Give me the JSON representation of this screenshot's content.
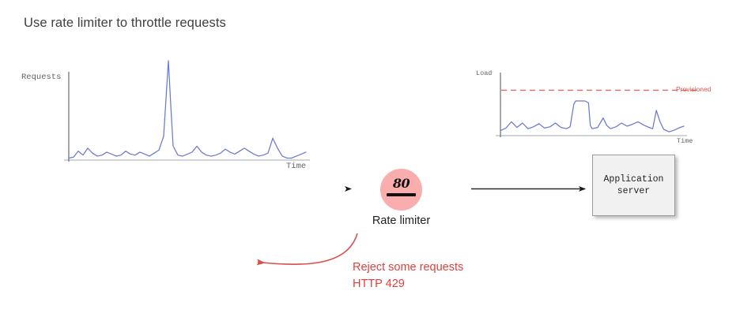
{
  "slide": {
    "title": "Use rate limiter to throttle requests",
    "background_color": "#ffffff"
  },
  "colors": {
    "title_text": "#3c4043",
    "chart_line": "#6a7ad1",
    "axis": "#5f6368",
    "provisioned_line": "#e8554e",
    "reject_text": "#e0403c",
    "rate_limiter_fill": "#f9adad",
    "app_server_fill": "#f1f1f1",
    "arrow": "#1a1a1a"
  },
  "nodes": {
    "rate_limiter": {
      "name": "rate-limiter",
      "value": "80",
      "label": "Rate limiter",
      "shape": "circle",
      "fill": "#f9adad"
    },
    "app_server": {
      "name": "application-server",
      "label_line1": "Application",
      "label_line2": "server",
      "shape": "rectangle",
      "fill": "#f1f1f1"
    }
  },
  "annotations": {
    "reject": {
      "line1": "Reject some requests",
      "line2": "HTTP 429",
      "color": "#e0403c"
    }
  },
  "chart_data": [
    {
      "id": "incoming-requests-chart",
      "type": "line",
      "title": "",
      "xlabel": "Time",
      "ylabel": "Requests",
      "grid": false,
      "legend": null,
      "ylim": [
        0,
        100
      ],
      "xlim": [
        0,
        100
      ],
      "series": [
        {
          "name": "Requests",
          "color": "#6a7ad1",
          "x": [
            0,
            2,
            4,
            6,
            8,
            10,
            12,
            14,
            16,
            18,
            20,
            22,
            24,
            26,
            28,
            30,
            32,
            34,
            36,
            38,
            40,
            41,
            42,
            43,
            44,
            46,
            48,
            50,
            52,
            54,
            56,
            58,
            60,
            62,
            64,
            66,
            68,
            70,
            72,
            74,
            76,
            78,
            80,
            82,
            84,
            86,
            88,
            90,
            92,
            94,
            96,
            98,
            100
          ],
          "y": [
            2,
            3,
            9,
            5,
            12,
            7,
            4,
            5,
            8,
            6,
            4,
            5,
            9,
            6,
            5,
            8,
            6,
            4,
            7,
            10,
            24,
            62,
            100,
            55,
            14,
            5,
            4,
            6,
            8,
            14,
            8,
            5,
            4,
            5,
            7,
            11,
            8,
            6,
            9,
            12,
            9,
            6,
            4,
            5,
            7,
            22,
            12,
            4,
            2,
            2,
            4,
            6,
            8
          ]
        }
      ]
    },
    {
      "id": "server-load-chart",
      "type": "line",
      "title": "",
      "xlabel": "Time",
      "ylabel": "Load",
      "grid": false,
      "legend": null,
      "ylim": [
        0,
        100
      ],
      "xlim": [
        0,
        100
      ],
      "threshold": {
        "label": "Provisioned",
        "value": 72,
        "color": "#e8554e",
        "style": "dashed"
      },
      "series": [
        {
          "name": "Load",
          "color": "#6a7ad1",
          "x": [
            0,
            3,
            6,
            9,
            12,
            15,
            18,
            21,
            24,
            27,
            30,
            33,
            36,
            38,
            40,
            41,
            42,
            46,
            48,
            49,
            50,
            53,
            56,
            58,
            60,
            63,
            66,
            69,
            72,
            75,
            78,
            81,
            83,
            85,
            87,
            89,
            92,
            95,
            98,
            100
          ],
          "y": [
            8,
            12,
            22,
            13,
            20,
            11,
            14,
            19,
            12,
            14,
            20,
            13,
            11,
            14,
            50,
            55,
            55,
            55,
            52,
            16,
            11,
            13,
            28,
            16,
            11,
            14,
            20,
            15,
            18,
            22,
            17,
            13,
            11,
            40,
            22,
            10,
            6,
            9,
            13,
            15
          ]
        }
      ]
    }
  ],
  "flow": {
    "arrow_incoming": {
      "name": "incoming-requests-arrow",
      "direction": "right"
    },
    "arrow_forwarded": {
      "name": "forwarded-requests-arrow",
      "direction": "right"
    },
    "arrow_rejected": {
      "name": "rejected-requests-arrow",
      "direction": "left-curved"
    }
  }
}
